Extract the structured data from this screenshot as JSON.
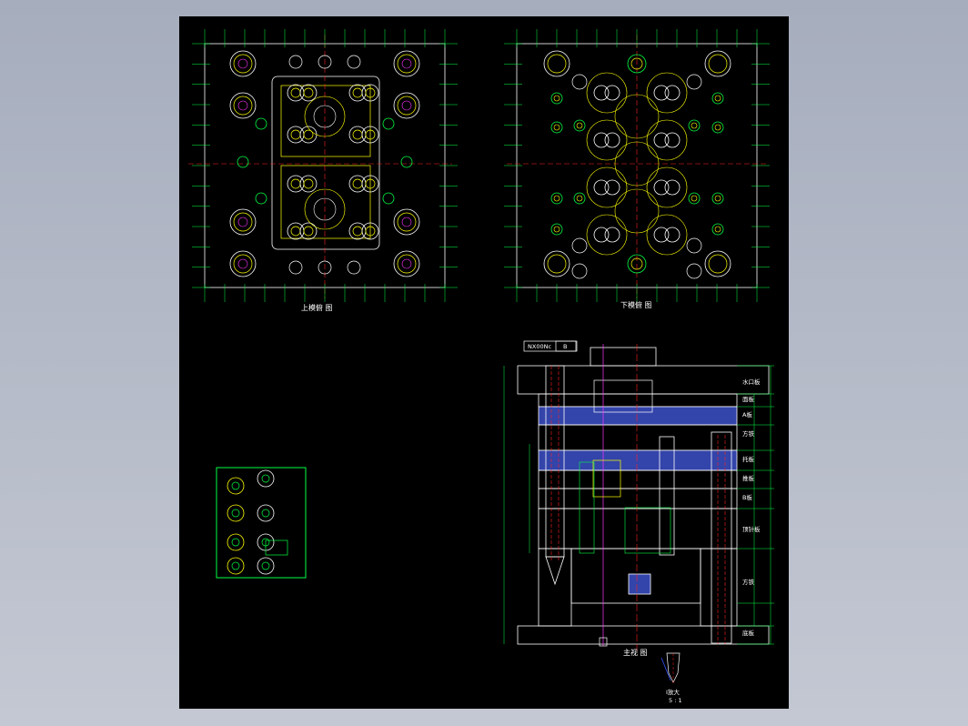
{
  "drawing": {
    "view_top_label": "上模俯 图",
    "view_bottom_label": "下模俯 图",
    "view_main_label": "主视 图",
    "detail_label": "I放大",
    "detail_scale": "5 : 1",
    "title_field_1": "NX00Nc",
    "title_field_2": "B"
  },
  "plate_labels": [
    "水口板",
    "面板",
    "A板",
    "方铁",
    "托板",
    "推板",
    "B板",
    "顶针板",
    "方铁",
    "底板"
  ],
  "colors": {
    "background": "#000000",
    "outline": "#ffffff",
    "dimension": "#ff33ff",
    "leader": "#00ff44",
    "centerline": "#ff2222",
    "part": "#ffff00",
    "section": "#3344aa"
  }
}
